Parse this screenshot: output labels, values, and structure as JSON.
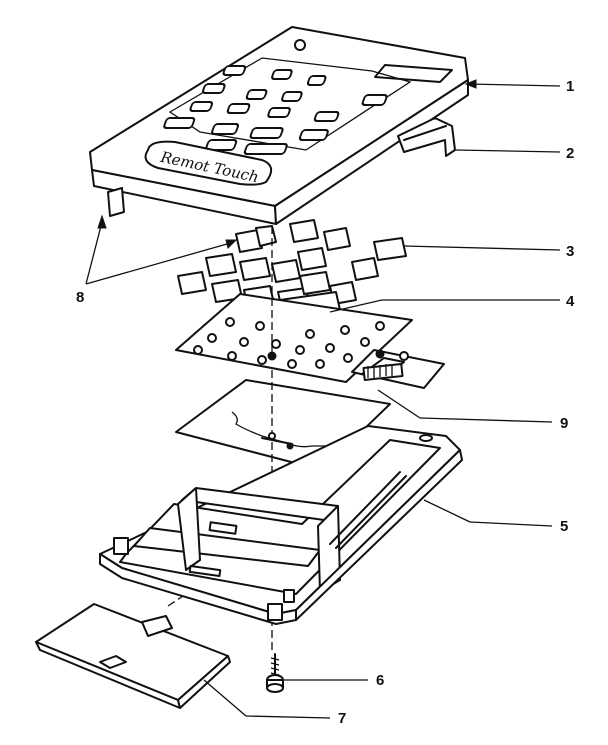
{
  "diagram": {
    "callouts": [
      {
        "id": "1",
        "label": "1"
      },
      {
        "id": "2",
        "label": "2"
      },
      {
        "id": "3",
        "label": "3"
      },
      {
        "id": "4",
        "label": "4"
      },
      {
        "id": "5",
        "label": "5"
      },
      {
        "id": "6",
        "label": "6"
      },
      {
        "id": "7",
        "label": "7"
      },
      {
        "id": "8",
        "label": "8"
      },
      {
        "id": "9",
        "label": "9"
      }
    ],
    "brand_text": "Remot Touch"
  }
}
